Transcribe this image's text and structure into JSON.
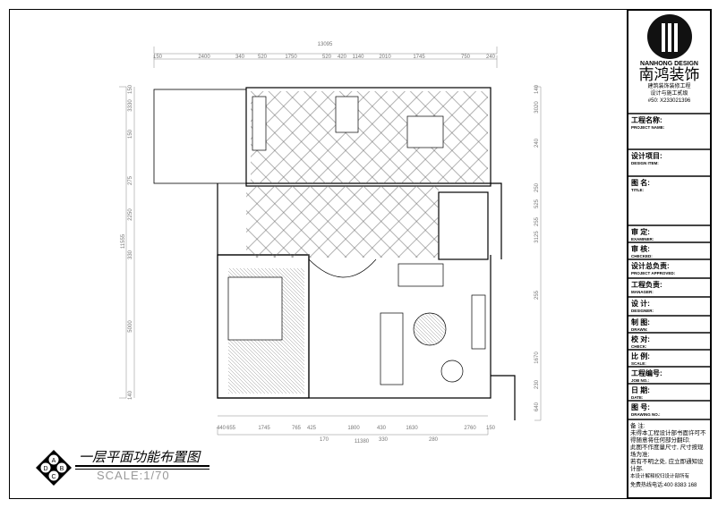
{
  "drawing": {
    "title": "一层平面功能布置图",
    "scale": "SCALE:1/70",
    "compass_letters": [
      "A",
      "B",
      "C",
      "D"
    ]
  },
  "dimensions": {
    "top_total": "13095",
    "top": [
      "150",
      "2400",
      "340",
      "520",
      "1750",
      "520",
      "420",
      "1140",
      "2010",
      "1745",
      "750",
      "240"
    ],
    "bottom_total": "11380",
    "bottom": [
      "440",
      "655",
      "1745",
      "765",
      "425",
      "170",
      "1800",
      "430",
      "330",
      "1630",
      "280",
      "2760",
      "150"
    ],
    "left_total": "11555",
    "left": [
      "150",
      "3330",
      "150",
      "275",
      "2250",
      "330",
      "5000",
      "140"
    ],
    "right": [
      "140",
      "3020",
      "240",
      "250",
      "525",
      "255",
      "3125",
      "255",
      "1670",
      "230",
      "640"
    ]
  },
  "title_block": {
    "company_en": "NANHONG DESIGN",
    "company_cn": "南鸿装饰",
    "qualification_1": "建筑装饰装修工程",
    "qualification_2": "设计与施工贰级",
    "cert_no": "#50: X233021396",
    "fields": [
      {
        "cn": "工程名称:",
        "en": "PROJECT NAME:"
      },
      {
        "cn": "设计项目:",
        "en": "DESIGN ITEM:"
      },
      {
        "cn": "图  名:",
        "en": "TITLE:"
      },
      {
        "cn": "审  定:",
        "en": "EXAMINER:"
      },
      {
        "cn": "审  核:",
        "en": "CHECKED:"
      },
      {
        "cn": "设计总负责:",
        "en": "PROJECT APPROVED:"
      },
      {
        "cn": "工程负责:",
        "en": "MANAGER:"
      },
      {
        "cn": "设  计:",
        "en": "DESIGNER:"
      },
      {
        "cn": "制  图:",
        "en": "DRAWN:"
      },
      {
        "cn": "校  对:",
        "en": "CHECK:"
      },
      {
        "cn": "比  例:",
        "en": "SCALE:"
      },
      {
        "cn": "工程编号:",
        "en": "JOB NO.:"
      },
      {
        "cn": "日  期:",
        "en": "DATE:"
      },
      {
        "cn": "图  号:",
        "en": "DRAWING NO.:"
      }
    ],
    "notes_title": "备 注:",
    "notes": [
      "未得本工程设计部书面许可不得随意将任何部分翻印;",
      "此图不作度量尺寸, 尺寸按现场为准;",
      "若有不明之处, 应立即通知设计部."
    ],
    "notes_small": "本设计解释权归设计部所有",
    "hotline": "免费热线电话:400 8383 168"
  }
}
